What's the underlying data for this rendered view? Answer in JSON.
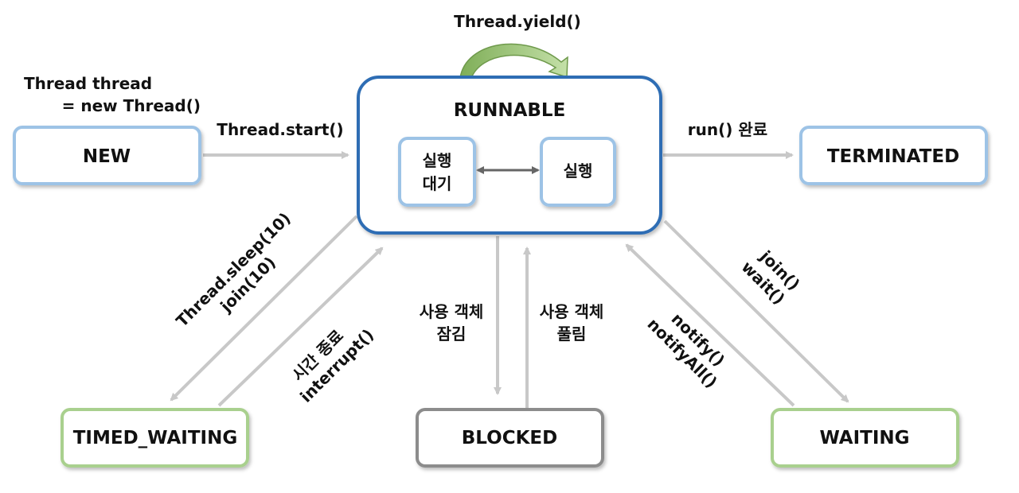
{
  "states": {
    "new": "NEW",
    "runnable": "RUNNABLE",
    "terminated": "TERMINATED",
    "timed_waiting": "TIMED_WAITING",
    "blocked": "BLOCKED",
    "waiting": "WAITING",
    "runnable_ready": [
      "실행",
      "대기"
    ],
    "runnable_running": "실행"
  },
  "labels": {
    "create_line1": "Thread thread",
    "create_line2": "= new Thread()",
    "start": "Thread.start()",
    "yield": "Thread.yield()",
    "run_complete": "run() 완료",
    "sleep": "Thread.sleep(10)",
    "join_timed": "join(10)",
    "time_over": "시간 종료",
    "interrupt": "interrupt()",
    "lock_acquire_1": "사용 객체",
    "lock_acquire_2": "잠김",
    "lock_release_1": "사용 객체",
    "lock_release_2": "풀림",
    "notify": "notify()",
    "notify_all": "notifyAll()",
    "join": "join()",
    "wait": "wait()"
  },
  "colors": {
    "runnable_border": "#2e6db4",
    "light_blue_border": "#9dc3e6",
    "green_border": "#a9d08e",
    "gray_border": "#8c8c8c",
    "arrow_gray": "#c8c8c8",
    "yield_arrow": "#8fbc6a"
  }
}
